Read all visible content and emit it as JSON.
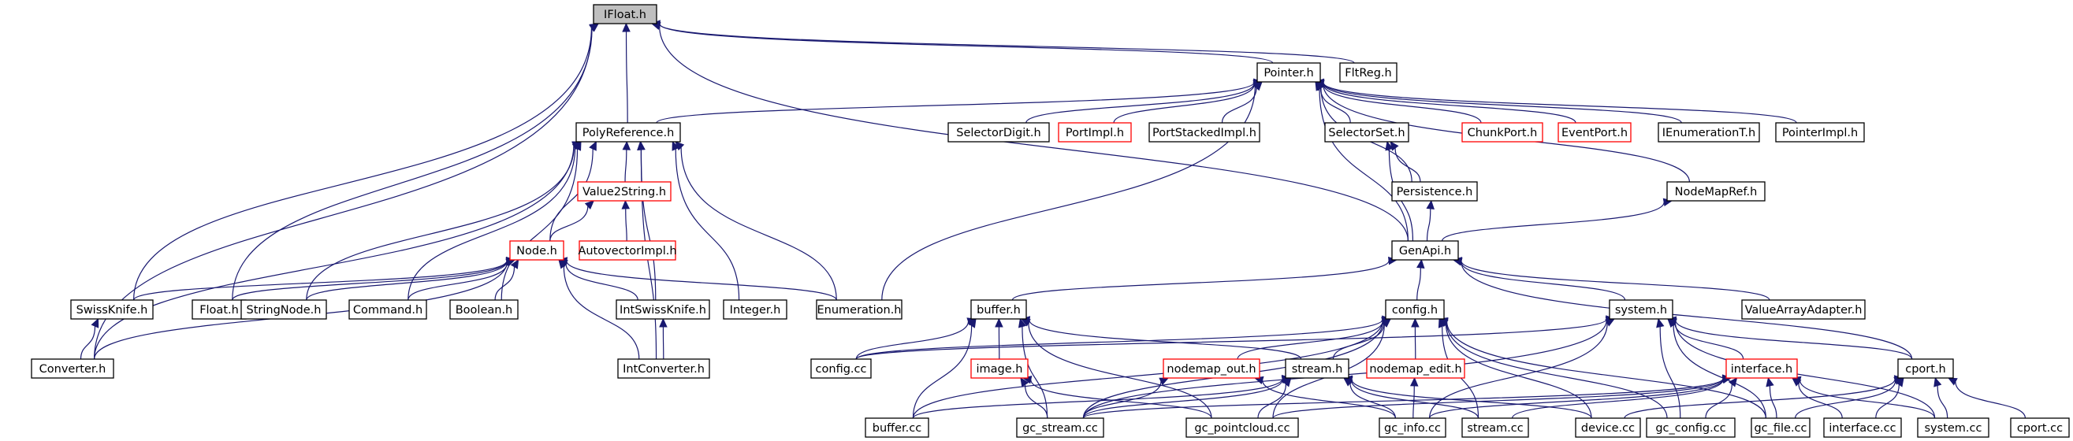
{
  "nodes": [
    {
      "id": "ifloat",
      "label": "IFloat.h",
      "root": true
    },
    {
      "id": "pointer",
      "label": "Pointer.h"
    },
    {
      "id": "fltreg",
      "label": "FltReg.h"
    },
    {
      "id": "polyref",
      "label": "PolyReference.h"
    },
    {
      "id": "selectordigit",
      "label": "SelectorDigit.h"
    },
    {
      "id": "portimpl",
      "label": "PortImpl.h",
      "red": true
    },
    {
      "id": "portstacked",
      "label": "PortStackedImpl.h"
    },
    {
      "id": "selectorset",
      "label": "SelectorSet.h"
    },
    {
      "id": "chunkport",
      "label": "ChunkPort.h",
      "red": true
    },
    {
      "id": "eventport",
      "label": "EventPort.h",
      "red": true
    },
    {
      "id": "ienumt",
      "label": "IEnumerationT.h"
    },
    {
      "id": "pointerimpl",
      "label": "PointerImpl.h"
    },
    {
      "id": "value2string",
      "label": "Value2String.h",
      "red": true
    },
    {
      "id": "persistence",
      "label": "Persistence.h"
    },
    {
      "id": "nodemapref",
      "label": "NodeMapRef.h"
    },
    {
      "id": "node",
      "label": "Node.h",
      "red": true
    },
    {
      "id": "autovector",
      "label": "AutovectorImpl.h",
      "red": true
    },
    {
      "id": "genapi",
      "label": "GenApi.h"
    },
    {
      "id": "swissknife",
      "label": "SwissKnife.h"
    },
    {
      "id": "float",
      "label": "Float.h"
    },
    {
      "id": "stringnode",
      "label": "StringNode.h"
    },
    {
      "id": "command",
      "label": "Command.h"
    },
    {
      "id": "boolean",
      "label": "Boolean.h"
    },
    {
      "id": "intswiss",
      "label": "IntSwissKnife.h"
    },
    {
      "id": "integer",
      "label": "Integer.h"
    },
    {
      "id": "enumeration",
      "label": "Enumeration.h"
    },
    {
      "id": "bufferh",
      "label": "buffer.h"
    },
    {
      "id": "configh",
      "label": "config.h"
    },
    {
      "id": "systemh",
      "label": "system.h"
    },
    {
      "id": "valuearray",
      "label": "ValueArrayAdapter.h"
    },
    {
      "id": "converter",
      "label": "Converter.h"
    },
    {
      "id": "intconverter",
      "label": "IntConverter.h"
    },
    {
      "id": "configcc",
      "label": "config.cc"
    },
    {
      "id": "imageh",
      "label": "image.h",
      "red": true
    },
    {
      "id": "nodemapout",
      "label": "nodemap_out.h",
      "red": true
    },
    {
      "id": "streamh",
      "label": "stream.h"
    },
    {
      "id": "nodemapedit",
      "label": "nodemap_edit.h",
      "red": true
    },
    {
      "id": "interfaceh",
      "label": "interface.h",
      "red": true
    },
    {
      "id": "cporth",
      "label": "cport.h"
    },
    {
      "id": "buffercc",
      "label": "buffer.cc"
    },
    {
      "id": "gcstream",
      "label": "gc_stream.cc"
    },
    {
      "id": "gcpointcloud",
      "label": "gc_pointcloud.cc"
    },
    {
      "id": "gcinfo",
      "label": "gc_info.cc"
    },
    {
      "id": "streamcc",
      "label": "stream.cc"
    },
    {
      "id": "devicecc",
      "label": "device.cc"
    },
    {
      "id": "gcconfig",
      "label": "gc_config.cc"
    },
    {
      "id": "gcfile",
      "label": "gc_file.cc"
    },
    {
      "id": "interfacecc",
      "label": "interface.cc"
    },
    {
      "id": "systemcc",
      "label": "system.cc"
    },
    {
      "id": "cportcc",
      "label": "cport.cc"
    }
  ],
  "edges": [
    [
      "pointer",
      "ifloat"
    ],
    [
      "fltreg",
      "ifloat"
    ],
    [
      "polyref",
      "ifloat"
    ],
    [
      "genapi",
      "ifloat"
    ],
    [
      "swissknife",
      "ifloat"
    ],
    [
      "float",
      "ifloat"
    ],
    [
      "converter",
      "ifloat"
    ],
    [
      "polyref",
      "pointer"
    ],
    [
      "selectordigit",
      "pointer"
    ],
    [
      "portimpl",
      "pointer"
    ],
    [
      "portstacked",
      "pointer"
    ],
    [
      "selectorset",
      "pointer"
    ],
    [
      "chunkport",
      "pointer"
    ],
    [
      "eventport",
      "pointer"
    ],
    [
      "ienumt",
      "pointer"
    ],
    [
      "pointerimpl",
      "pointer"
    ],
    [
      "persistence",
      "pointer"
    ],
    [
      "nodemapref",
      "pointer"
    ],
    [
      "genapi",
      "pointer"
    ],
    [
      "enumeration",
      "pointer"
    ],
    [
      "value2string",
      "polyref"
    ],
    [
      "node",
      "polyref"
    ],
    [
      "converter",
      "polyref"
    ],
    [
      "stringnode",
      "polyref"
    ],
    [
      "command",
      "polyref"
    ],
    [
      "boolean",
      "polyref"
    ],
    [
      "intswiss",
      "polyref"
    ],
    [
      "integer",
      "polyref"
    ],
    [
      "enumeration",
      "polyref"
    ],
    [
      "intconverter",
      "polyref"
    ],
    [
      "persistence",
      "selectorset"
    ],
    [
      "genapi",
      "selectorset"
    ],
    [
      "genapi",
      "persistence"
    ],
    [
      "genapi",
      "nodemapref"
    ],
    [
      "node",
      "value2string"
    ],
    [
      "autovector",
      "value2string"
    ],
    [
      "swissknife",
      "node"
    ],
    [
      "float",
      "node"
    ],
    [
      "stringnode",
      "node"
    ],
    [
      "command",
      "node"
    ],
    [
      "boolean",
      "node"
    ],
    [
      "intswiss",
      "node"
    ],
    [
      "enumeration",
      "node"
    ],
    [
      "converter",
      "node"
    ],
    [
      "intconverter",
      "node"
    ],
    [
      "converter",
      "swissknife"
    ],
    [
      "intconverter",
      "intswiss"
    ],
    [
      "bufferh",
      "genapi"
    ],
    [
      "configh",
      "genapi"
    ],
    [
      "systemh",
      "genapi"
    ],
    [
      "valuearray",
      "genapi"
    ],
    [
      "cporth",
      "genapi"
    ],
    [
      "configcc",
      "bufferh"
    ],
    [
      "imageh",
      "bufferh"
    ],
    [
      "streamh",
      "bufferh"
    ],
    [
      "buffercc",
      "bufferh"
    ],
    [
      "gcstream",
      "bufferh"
    ],
    [
      "gcpointcloud",
      "bufferh"
    ],
    [
      "configcc",
      "configh"
    ],
    [
      "nodemapout",
      "configh"
    ],
    [
      "nodemapedit",
      "configh"
    ],
    [
      "streamh",
      "configh"
    ],
    [
      "buffercc",
      "configh"
    ],
    [
      "gcstream",
      "configh"
    ],
    [
      "gcpointcloud",
      "configh"
    ],
    [
      "streamcc",
      "configh"
    ],
    [
      "devicecc",
      "configh"
    ],
    [
      "gcconfig",
      "configh"
    ],
    [
      "gcfile",
      "configh"
    ],
    [
      "configcc",
      "systemh"
    ],
    [
      "interfaceh",
      "systemh"
    ],
    [
      "cporth",
      "systemh"
    ],
    [
      "gcstream",
      "systemh"
    ],
    [
      "gcinfo",
      "systemh"
    ],
    [
      "gcconfig",
      "systemh"
    ],
    [
      "gcfile",
      "systemh"
    ],
    [
      "systemcc",
      "systemh"
    ],
    [
      "gcstream",
      "imageh"
    ],
    [
      "gcpointcloud",
      "imageh"
    ],
    [
      "gcstream",
      "nodemapout"
    ],
    [
      "gcinfo",
      "nodemapout"
    ],
    [
      "buffercc",
      "streamh"
    ],
    [
      "gcstream",
      "streamh"
    ],
    [
      "gcpointcloud",
      "streamh"
    ],
    [
      "streamcc",
      "streamh"
    ],
    [
      "devicecc",
      "streamh"
    ],
    [
      "gcinfo",
      "streamh"
    ],
    [
      "gcinfo",
      "nodemapedit"
    ],
    [
      "gcstream",
      "interfaceh"
    ],
    [
      "gcpointcloud",
      "interfaceh"
    ],
    [
      "gcinfo",
      "interfaceh"
    ],
    [
      "gcconfig",
      "interfaceh"
    ],
    [
      "gcfile",
      "interfaceh"
    ],
    [
      "interfacecc",
      "interfaceh"
    ],
    [
      "systemcc",
      "interfaceh"
    ],
    [
      "streamcc",
      "interfaceh"
    ],
    [
      "devicecc",
      "cporth"
    ],
    [
      "gcfile",
      "cporth"
    ],
    [
      "interfacecc",
      "cporth"
    ],
    [
      "systemcc",
      "cporth"
    ],
    [
      "cportcc",
      "cporth"
    ]
  ]
}
